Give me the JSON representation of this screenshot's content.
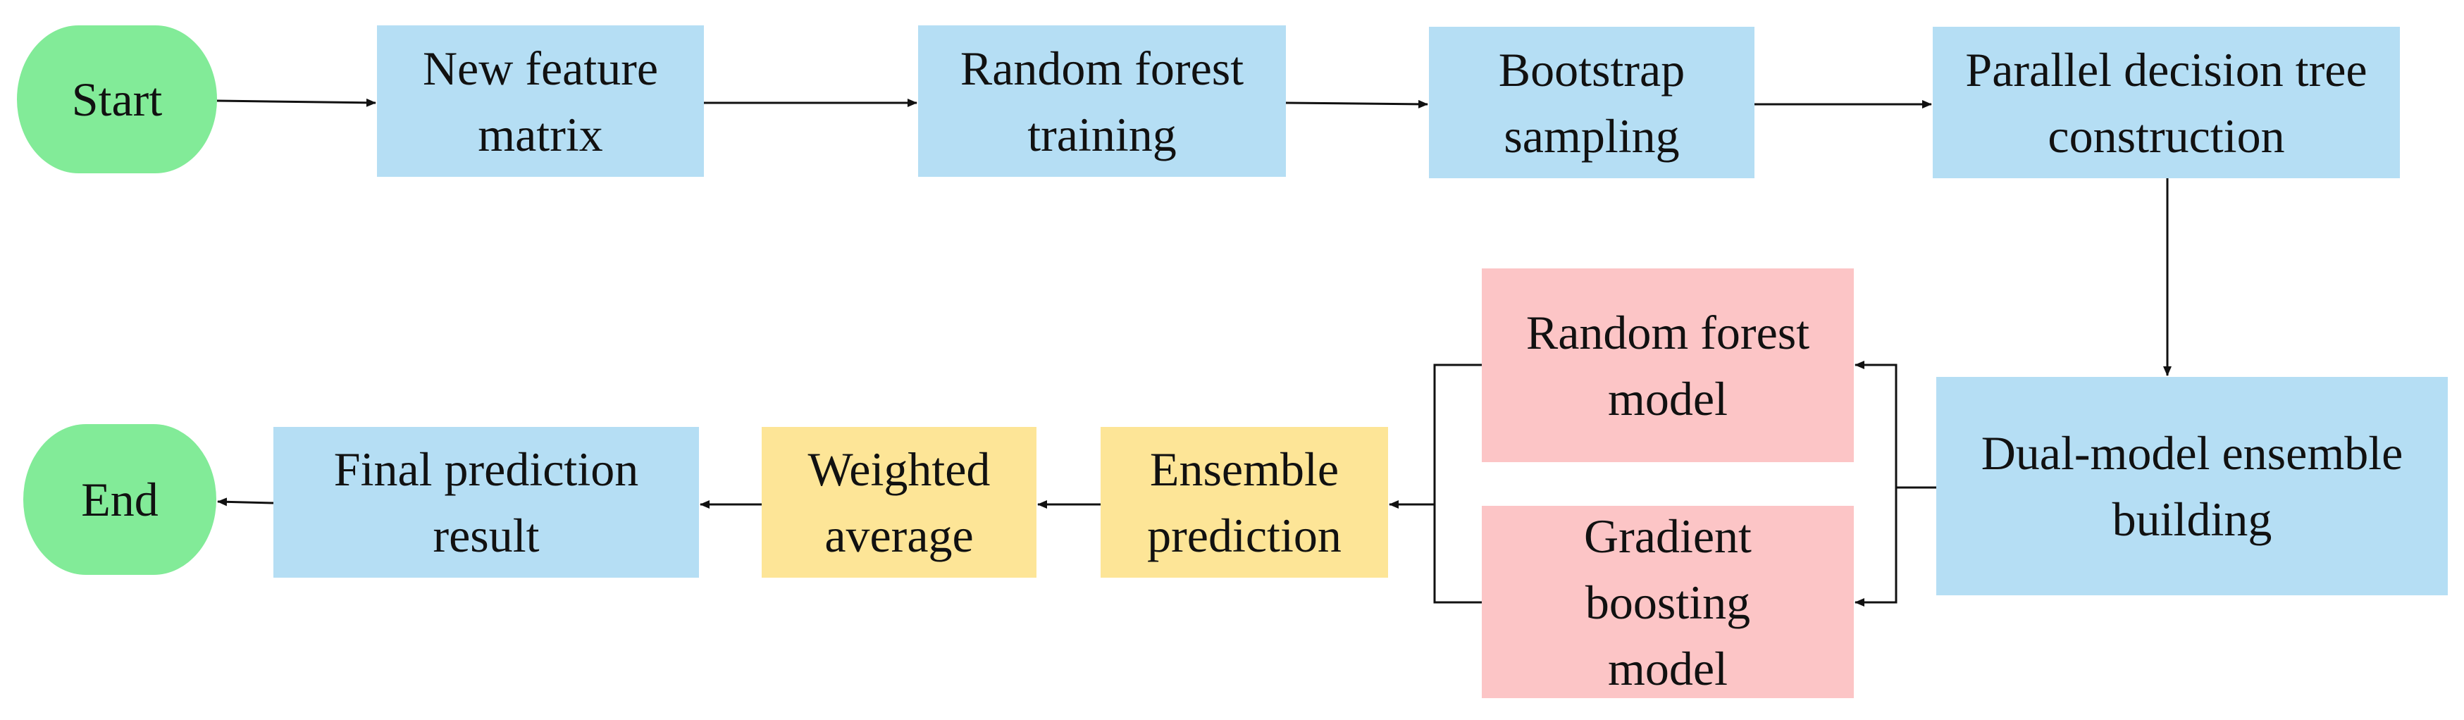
{
  "colors": {
    "terminal": "#82EB98",
    "process": "#B5DEF4",
    "model": "#FCC5C6",
    "combine": "#FDE597",
    "line": "#111111"
  },
  "nodes": {
    "start": "Start",
    "new_feature_matrix": "New feature matrix",
    "rf_training": "Random forest training",
    "bootstrap": "Bootstrap sampling",
    "parallel_tree": "Parallel decision tree construction",
    "dual_model": "Dual-model ensemble building",
    "rf_model": "Random forest model",
    "gb_model": "Gradient boosting model",
    "ensemble_prediction": "Ensemble prediction",
    "weighted_average": "Weighted average",
    "final_result": "Final prediction result",
    "end": "End"
  }
}
